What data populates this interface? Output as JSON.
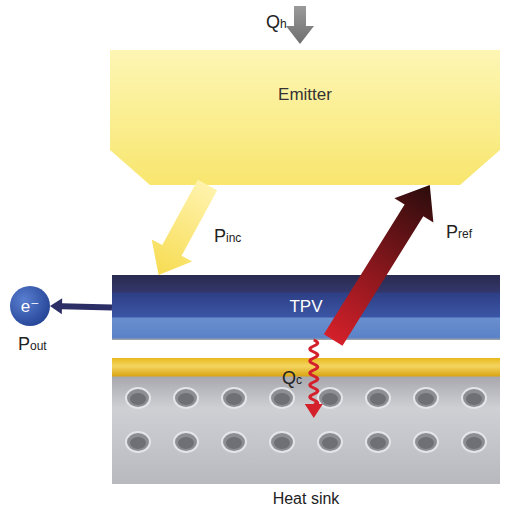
{
  "diagram": {
    "nodes": [
      {
        "text": [
          "Emitter"
        ]
      },
      {
        "text": [
          "TPV"
        ]
      },
      {
        "text": [
          "e⁻"
        ]
      },
      {
        "text": [
          "Heat sink"
        ]
      }
    ],
    "edges": [
      {
        "from": 0,
        "to": 1,
        "arrow": "to",
        "label": "Pinc"
      },
      {
        "from": 1,
        "to": 0,
        "arrow": "to",
        "label": "Pref"
      },
      {
        "from": 1,
        "to": 2,
        "arrow": "to",
        "label": "Pout"
      },
      {
        "from": 1,
        "to": 3,
        "arrow": "to",
        "label": "Qc"
      }
    ],
    "labels": [
      "Qh"
    ]
  }
}
